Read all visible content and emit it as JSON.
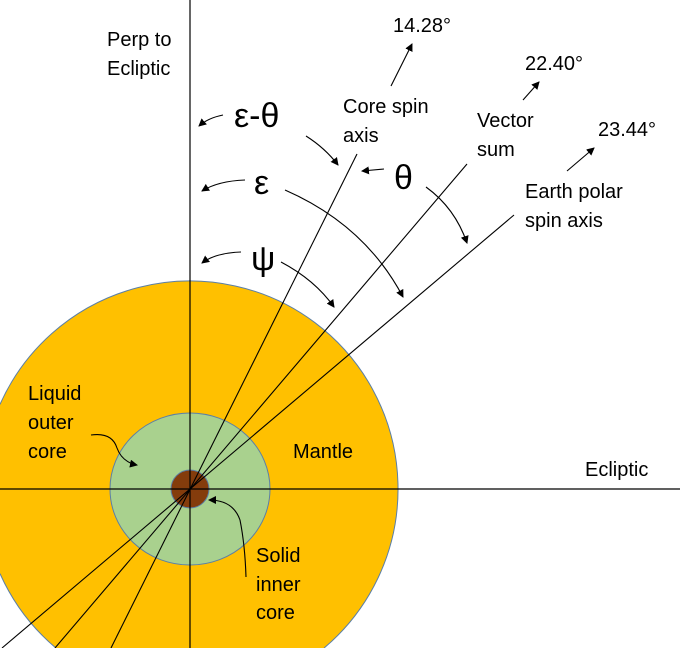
{
  "colors": {
    "mantle": "#FFC000",
    "outer_core": "#A9D18E",
    "inner_core": "#843C0C",
    "outline": "#5B7FA6"
  },
  "axes": {
    "vertical_label_line1": "Perp to",
    "vertical_label_line2": "Ecliptic",
    "horizontal_label": "Ecliptic"
  },
  "spin_axes": [
    {
      "label_line1": "Core spin",
      "label_line2": "axis",
      "angle": "14.28°"
    },
    {
      "label_line1": "Vector",
      "label_line2": "sum",
      "angle": "22.40°"
    },
    {
      "label_line1": "Earth polar",
      "label_line2": "spin axis",
      "angle": "23.44°"
    }
  ],
  "angle_symbols": {
    "eps_minus_theta": "ε-θ",
    "theta": "θ",
    "epsilon": "ε",
    "psi": "ψ"
  },
  "layers": {
    "outer_core_line1": "Liquid",
    "outer_core_line2": "outer",
    "outer_core_line3": "core",
    "mantle": "Mantle",
    "inner_core_line1": "Solid",
    "inner_core_line2": "inner",
    "inner_core_line3": "core"
  }
}
